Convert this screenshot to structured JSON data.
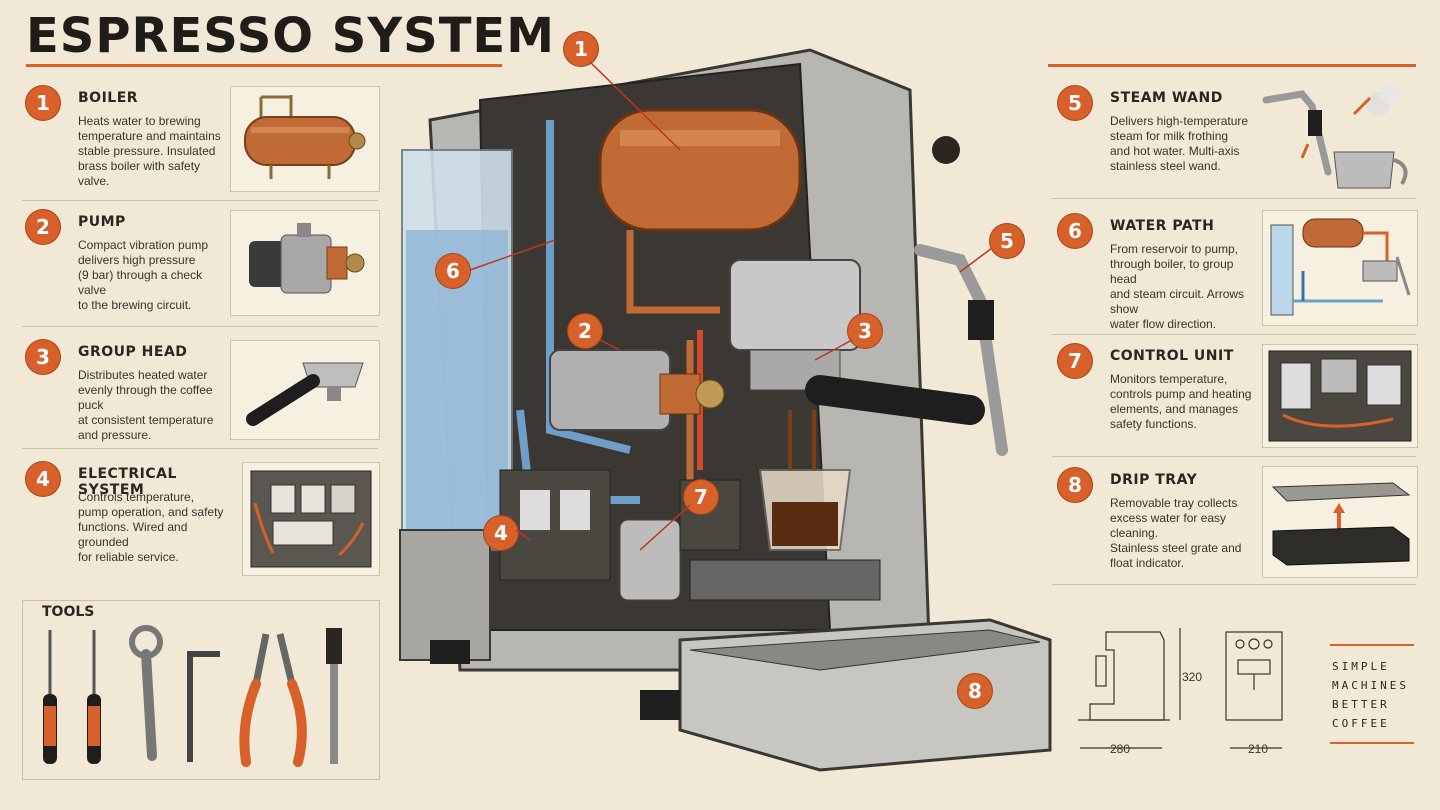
{
  "title": "ESPRESSO SYSTEM",
  "colors": {
    "accent": "#d8602a",
    "background": "#f1e9d6",
    "copper": "#c06a35",
    "water": "#6f9fc8"
  },
  "left_cards": [
    {
      "num": "1",
      "title": "BOILER",
      "lines": [
        "Heats water to brewing",
        "temperature and maintains",
        "stable pressure. Insulated",
        "brass boiler with safety valve."
      ]
    },
    {
      "num": "2",
      "title": "PUMP",
      "lines": [
        "Compact vibration pump",
        "delivers high pressure",
        "(9 bar) through a check valve",
        "to the brewing circuit."
      ]
    },
    {
      "num": "3",
      "title": "GROUP HEAD",
      "lines": [
        "Distributes heated water",
        "evenly through the coffee puck",
        "at consistent temperature",
        "and pressure."
      ]
    },
    {
      "num": "4",
      "title": "ELECTRICAL SYSTEM",
      "lines": [
        "Controls temperature,",
        "pump operation, and safety",
        "functions. Wired and grounded",
        "for reliable service."
      ]
    }
  ],
  "right_cards": [
    {
      "num": "5",
      "title": "STEAM WAND",
      "lines": [
        "Delivers high-temperature",
        "steam for milk frothing",
        "and hot water. Multi-axis",
        "stainless steel wand."
      ]
    },
    {
      "num": "6",
      "title": "WATER PATH",
      "lines": [
        "From reservoir to pump,",
        "through boiler, to group head",
        "and steam circuit. Arrows show",
        "water flow direction."
      ]
    },
    {
      "num": "7",
      "title": "CONTROL UNIT",
      "lines": [
        "Monitors temperature,",
        "controls pump and heating",
        "elements, and manages",
        "safety functions."
      ]
    },
    {
      "num": "8",
      "title": "DRIP TRAY",
      "lines": [
        "Removable tray collects",
        "excess water for easy cleaning.",
        "Stainless steel grate and",
        "float indicator."
      ]
    }
  ],
  "tools": {
    "label": "TOOLS"
  },
  "callouts": [
    "1",
    "2",
    "3",
    "4",
    "5",
    "6",
    "7",
    "8"
  ],
  "dimensions": {
    "height": "320",
    "width_side": "280",
    "width_front": "210"
  },
  "tagline": [
    "SIMPLE",
    "MACHINES",
    "BETTER",
    "COFFEE"
  ]
}
